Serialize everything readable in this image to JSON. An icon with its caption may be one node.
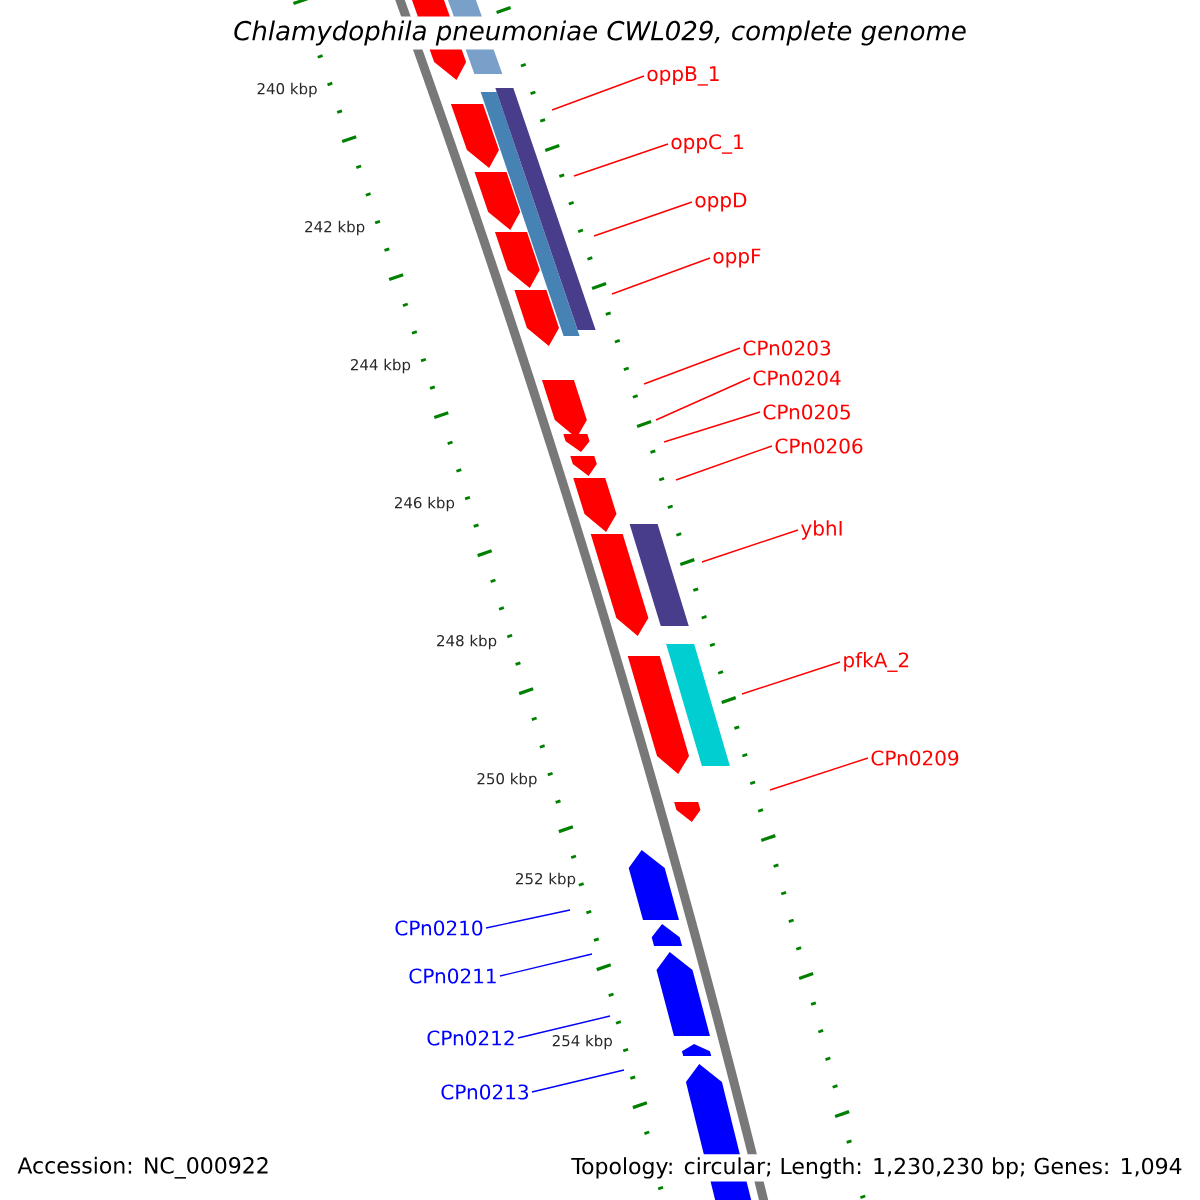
{
  "diagram": {
    "title": "Chlamydophila pneumoniae CWL029, complete genome",
    "nodes": [
      {
        "text": [
          "oppB_1"
        ]
      },
      {
        "text": [
          "oppC_1"
        ]
      },
      {
        "text": [
          "oppD"
        ]
      },
      {
        "text": [
          "oppF"
        ]
      },
      {
        "text": [
          "CPn0203"
        ]
      },
      {
        "text": [
          "CPn0204"
        ]
      },
      {
        "text": [
          "CPn0205"
        ]
      },
      {
        "text": [
          "CPn0206"
        ]
      },
      {
        "text": [
          "ybhI"
        ]
      },
      {
        "text": [
          "pfkA_2"
        ]
      },
      {
        "text": [
          "CPn0209"
        ]
      },
      {
        "text": [
          "CPn0210"
        ]
      },
      {
        "text": [
          "CPn0211"
        ]
      },
      {
        "text": [
          "CPn0212"
        ]
      },
      {
        "text": [
          "CPn0213"
        ]
      }
    ],
    "edges": [
      {
        "from": 0,
        "to": null,
        "arrow": "none"
      },
      {
        "from": 1,
        "to": null,
        "arrow": "none"
      },
      {
        "from": 2,
        "to": null,
        "arrow": "none"
      },
      {
        "from": 3,
        "to": null,
        "arrow": "none"
      },
      {
        "from": 4,
        "to": null,
        "arrow": "none"
      },
      {
        "from": 5,
        "to": null,
        "arrow": "none"
      },
      {
        "from": 6,
        "to": null,
        "arrow": "none"
      },
      {
        "from": 7,
        "to": null,
        "arrow": "none"
      },
      {
        "from": 8,
        "to": null,
        "arrow": "none"
      },
      {
        "from": 9,
        "to": null,
        "arrow": "none"
      },
      {
        "from": 10,
        "to": null,
        "arrow": "none"
      },
      {
        "from": 11,
        "to": null,
        "arrow": "none",
        "color": "#0000ff"
      },
      {
        "from": 12,
        "to": null,
        "arrow": "none",
        "color": "#0000ff"
      },
      {
        "from": 13,
        "to": null,
        "arrow": "none",
        "color": "#0000ff"
      },
      {
        "from": 14,
        "to": null,
        "arrow": "none",
        "color": "#0000ff"
      }
    ],
    "labels": [
      "240 kbp",
      "242 kbp",
      "244 kbp",
      "246 kbp",
      "248 kbp",
      "250 kbp",
      "252 kbp",
      "254 kbp",
      "Accession: NC_000922",
      "Topology: circular; Length: 1,230,230 bp; Genes: 1,094"
    ]
  }
}
